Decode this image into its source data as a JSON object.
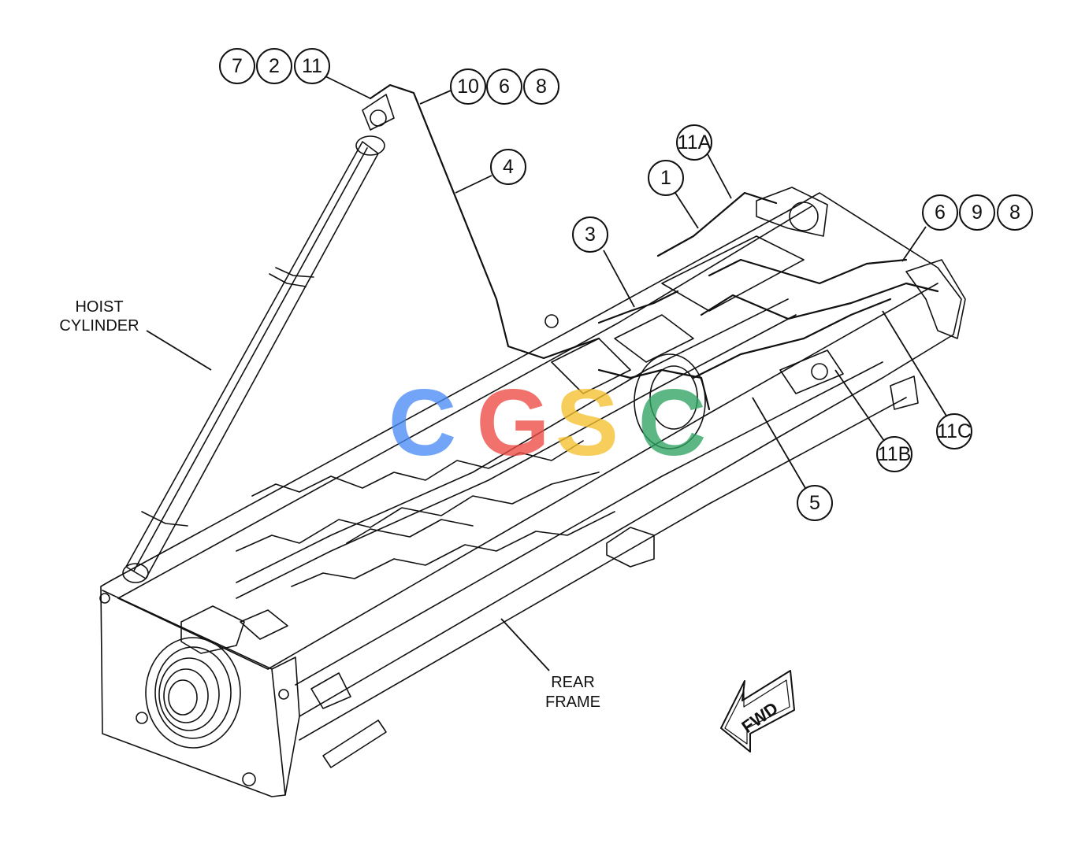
{
  "callouts": {
    "c7": "7",
    "c2": "2",
    "c11": "11",
    "c10": "10",
    "c6a": "6",
    "c8a": "8",
    "c4": "4",
    "c11A": "11A",
    "c1": "1",
    "c3": "3",
    "c6b": "6",
    "c9": "9",
    "c8b": "8",
    "c11C": "11C",
    "c11B": "11B",
    "c5": "5"
  },
  "labels": {
    "hoist_line1": "HOIST",
    "hoist_line2": "CYLINDER",
    "rear_line1": "REAR",
    "rear_line2": "FRAME",
    "fwd": "FWD"
  },
  "watermark": {
    "letters": [
      "C",
      "G",
      "S",
      "C"
    ],
    "colors": [
      "#4b8cf5",
      "#ee4b43",
      "#f5c12f",
      "#2fa463"
    ]
  },
  "colors": {
    "line": "#111111",
    "background": "#ffffff"
  }
}
